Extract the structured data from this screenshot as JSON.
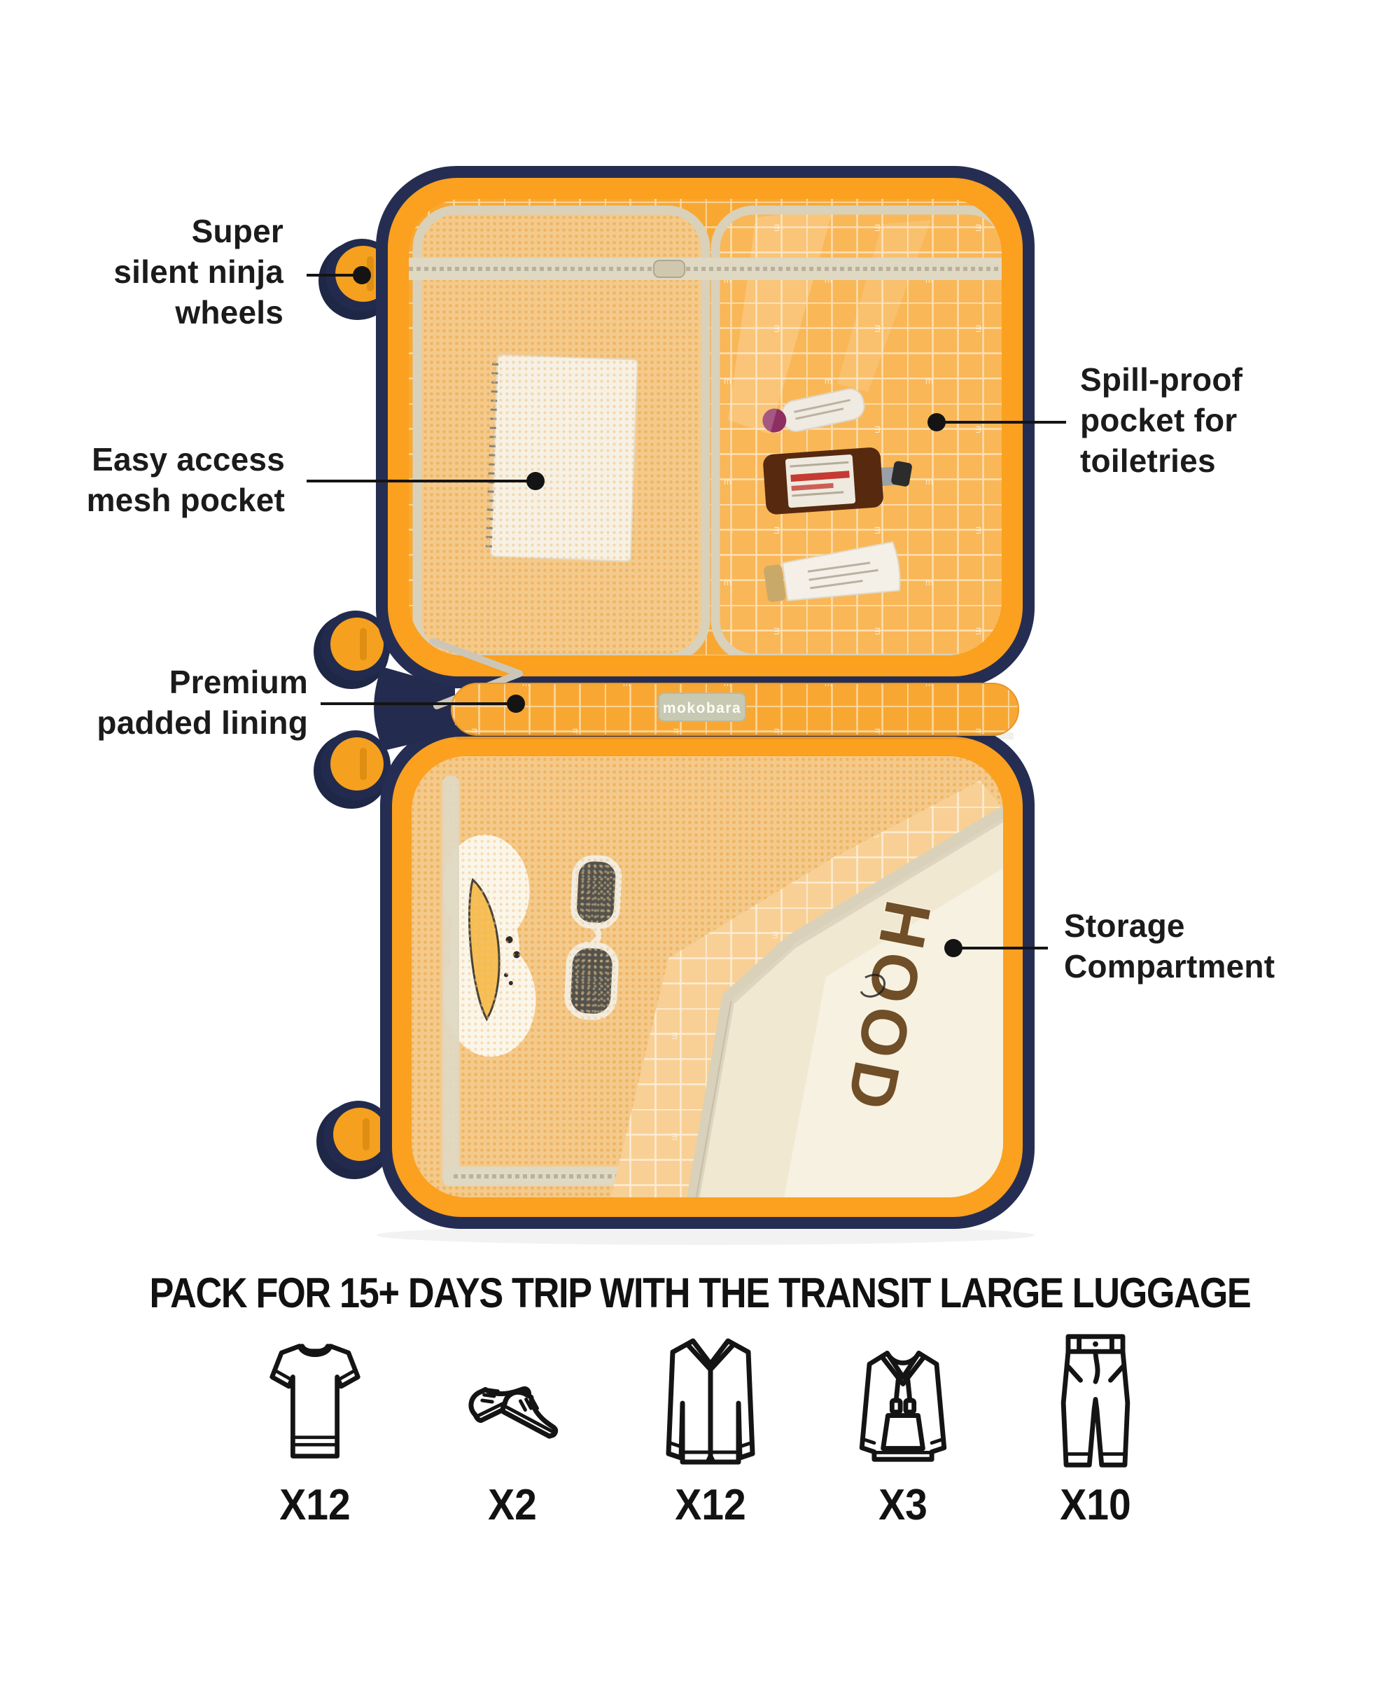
{
  "brand": {
    "label": "mokobara"
  },
  "callouts": {
    "wheels": "Super\nsilent ninja\nwheels",
    "mesh_pocket": "Easy access\nmesh pocket",
    "lining": "Premium\npadded lining",
    "toiletries": "Spill-proof\npocket for\ntoiletries",
    "storage": "Storage\nCompartment"
  },
  "storage_flap": {
    "garment_text": "HOOD"
  },
  "packing": {
    "heading": "PACK FOR 15+ DAYS TRIP WITH THE TRANSIT LARGE LUGGAGE",
    "items": [
      {
        "icon": "tshirt-icon",
        "count": "X12"
      },
      {
        "icon": "sneakers-icon",
        "count": "X2"
      },
      {
        "icon": "shirt-icon",
        "count": "X12"
      },
      {
        "icon": "hoodie-icon",
        "count": "X3"
      },
      {
        "icon": "pants-icon",
        "count": "X10"
      }
    ]
  },
  "colors": {
    "lining_orange": "#F8A832",
    "rim_orange": "#FBA01F",
    "shell_navy": "#252E52",
    "mesh_beige": "#F4CA8C",
    "trim_beige": "#D9D1BA",
    "garment_cream": "#F1E8D2",
    "letter_brown": "#6F4E28"
  }
}
